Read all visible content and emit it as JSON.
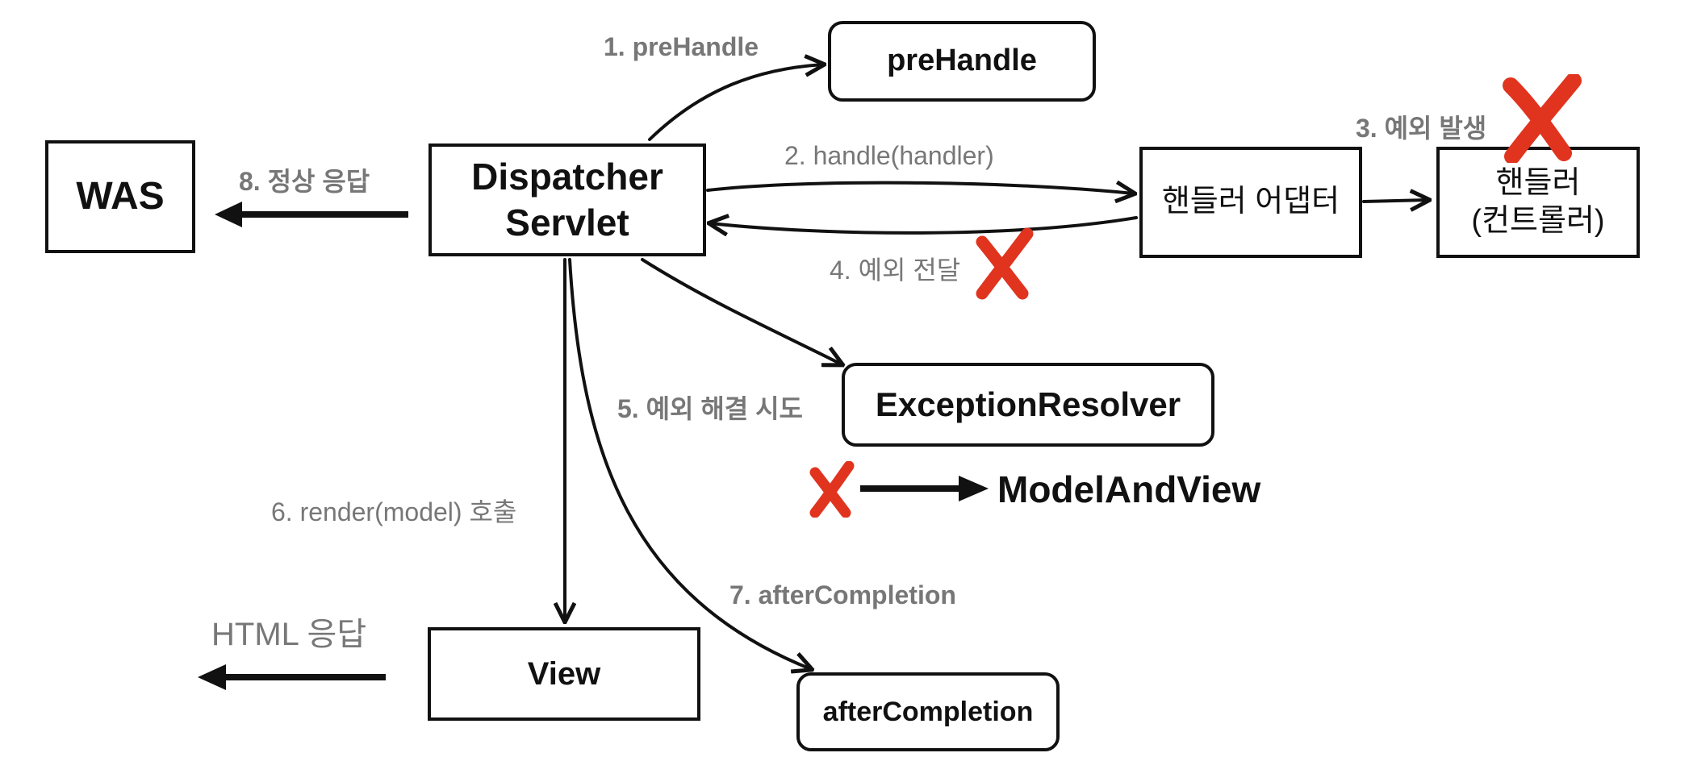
{
  "colors": {
    "ink": "#111111",
    "edge_label": "#777777",
    "x_mark": "#e0341f"
  },
  "nodes": {
    "was": "WAS",
    "dispatcher": "Dispatcher\nServlet",
    "prehandle": "preHandle",
    "handler_adapter": "핸들러 어댑터",
    "handler": "핸들러\n(컨트롤러)",
    "exception_resolver": "ExceptionResolver",
    "model_and_view": "ModelAndView",
    "view": "View",
    "after_completion": "afterCompletion"
  },
  "edges": {
    "prehandle": "1. preHandle",
    "handle": "2. handle(handler)",
    "exception_raised": "3. 예외 발생",
    "exception_passed": "4. 예외 전달",
    "resolve_attempt": "5. 예외 해결 시도",
    "render": "6. render(model) 호출",
    "after_completion": "7. afterCompletion",
    "normal_response": "8. 정상 응답",
    "html_response": "HTML 응답"
  },
  "icons": [
    "x-mark-icon",
    "arrow-head-icon"
  ]
}
